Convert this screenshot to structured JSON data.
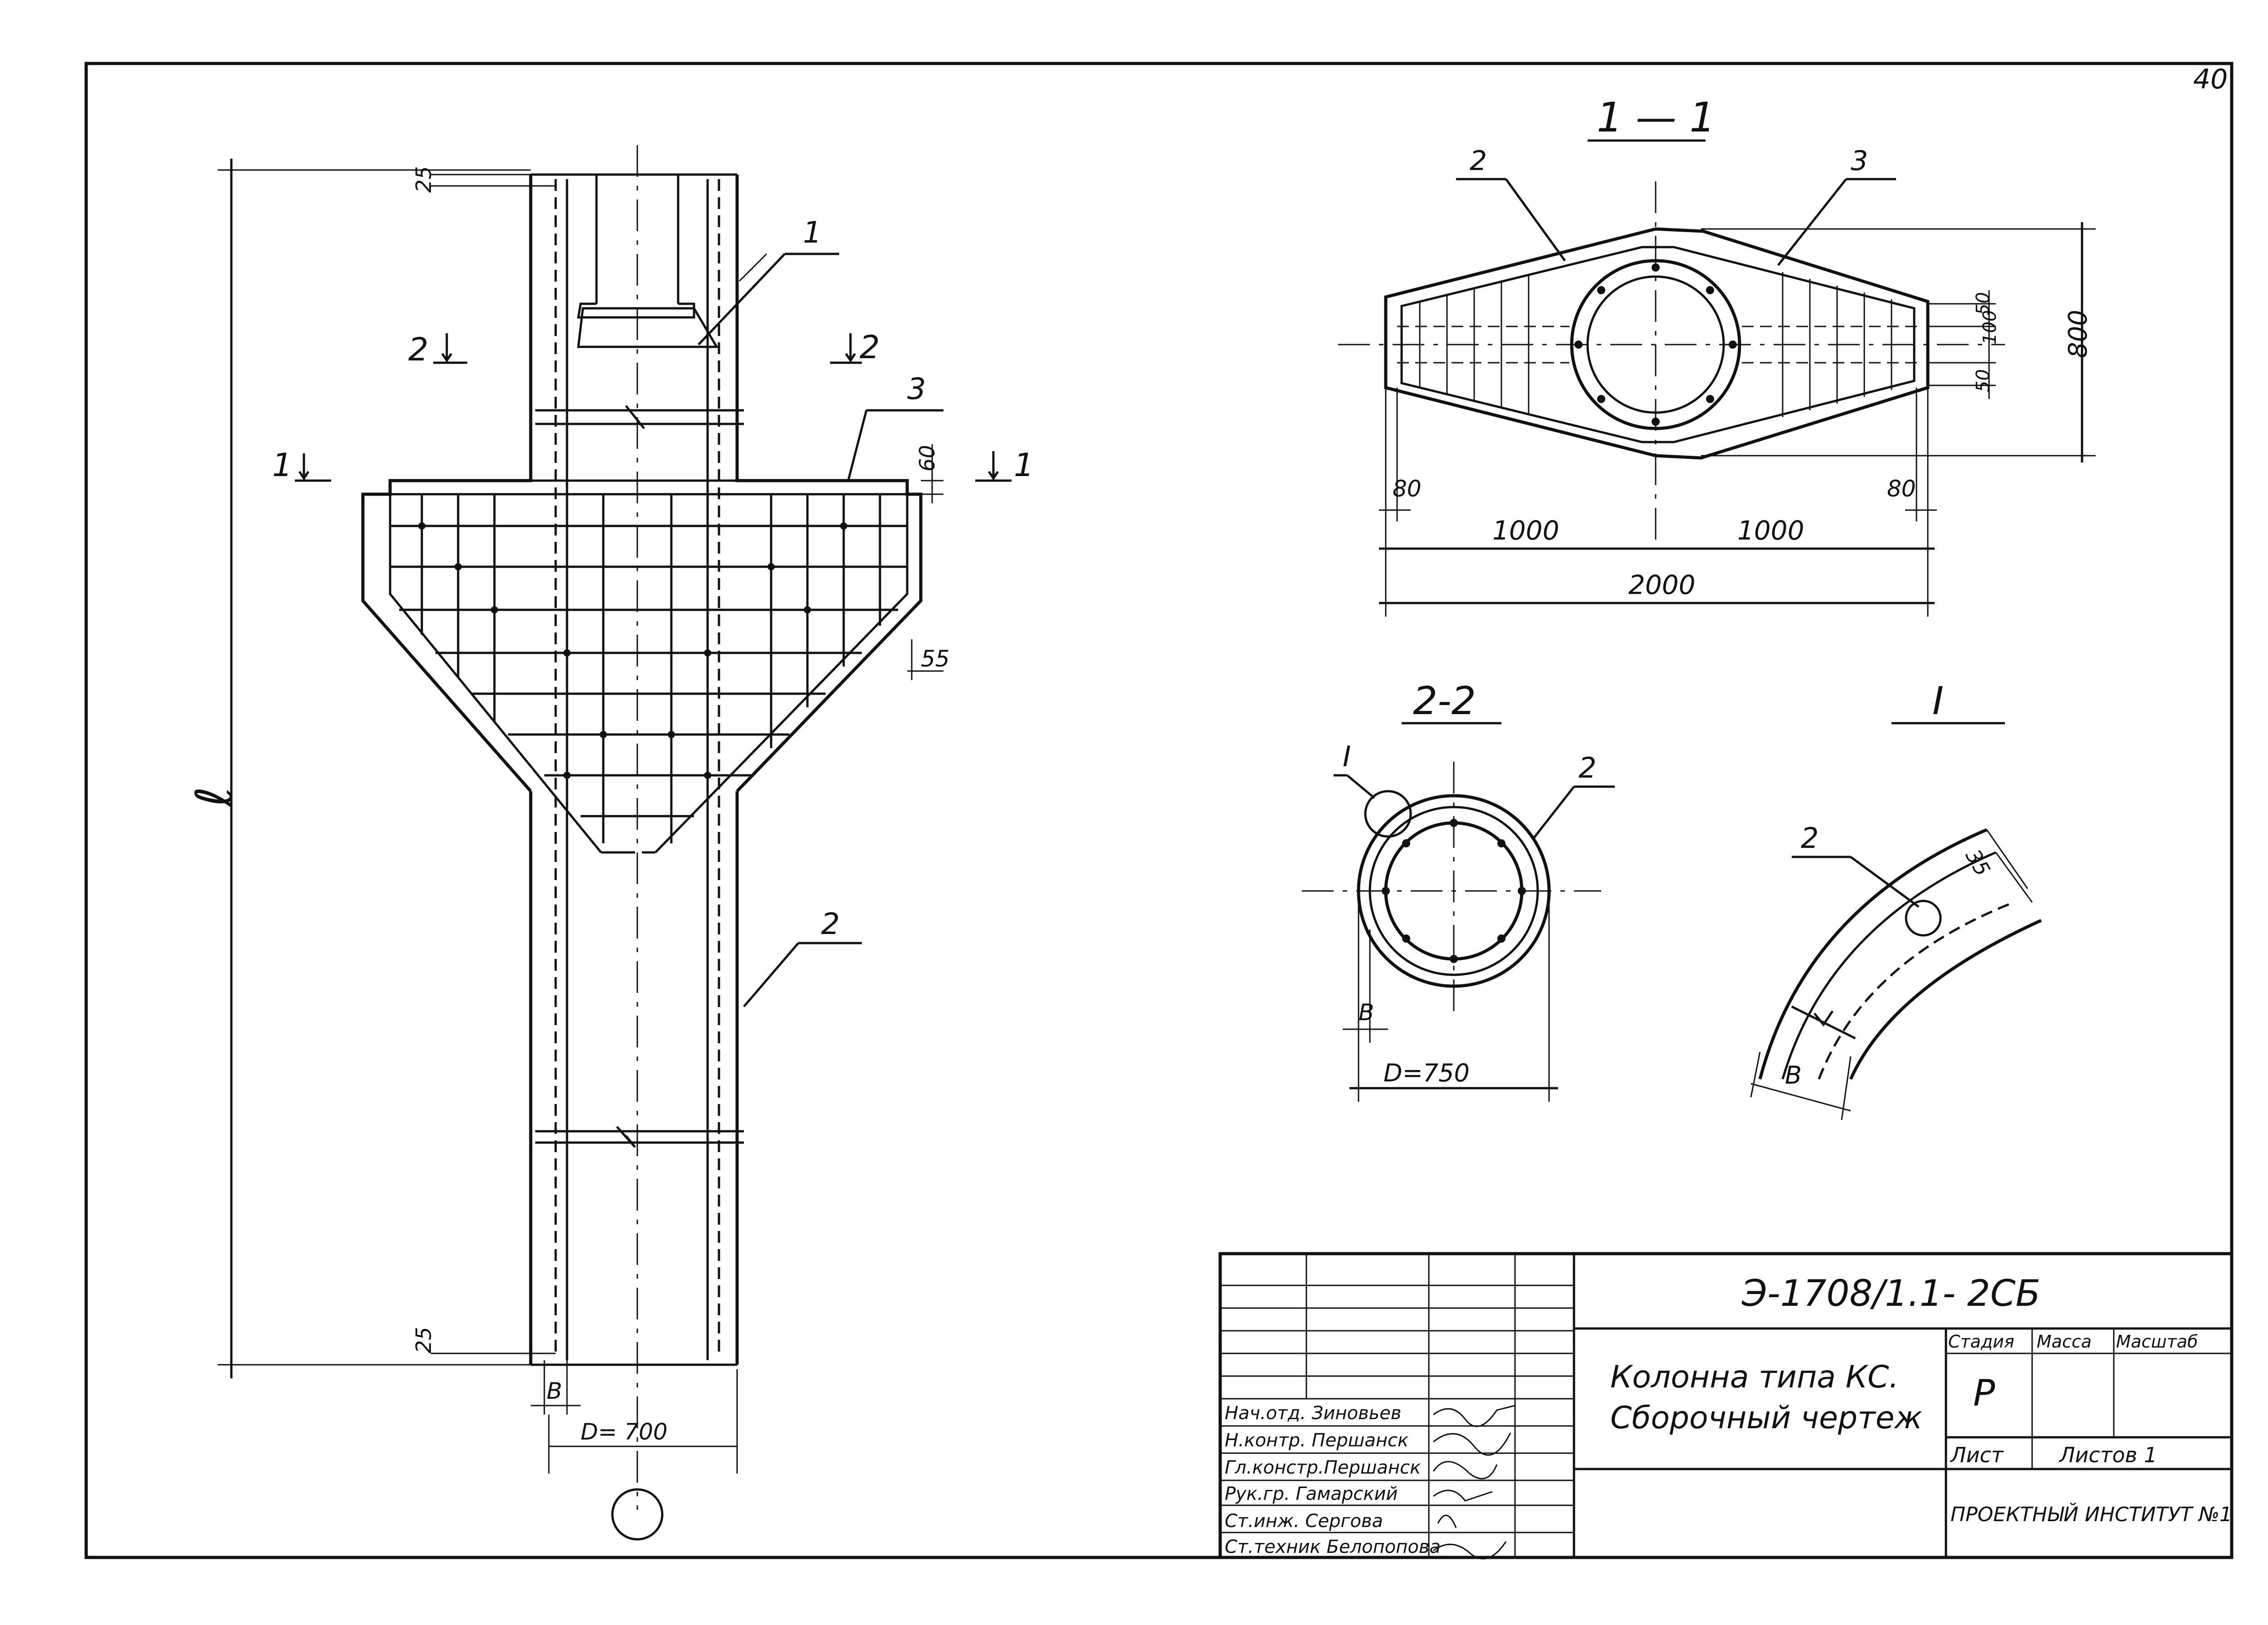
{
  "sheet": {
    "number": "40",
    "doc_code": "Э-1708/1.1- 2СБ",
    "title_line1": "Колонна типа КС.",
    "title_line2": "Сборочный чертеж",
    "stage_label": "Стадия",
    "mass_label": "Масса",
    "scale_label": "Масштаб",
    "stage_value": "Р",
    "sheet_label": "Лист",
    "sheets_label": "Листов 1",
    "org": "ПРОЕКТНЫЙ ИНСТИТУТ №1",
    "signers": [
      "Нач.отд. Зиновьев",
      "Н.контр. Першанск",
      "Гл.констр.Першанск",
      "Рук.гр. Гамарский",
      "Ст.инж. Сергова",
      "Ст.техник Белопопова"
    ]
  },
  "elevation": {
    "dim_top": "25",
    "dim_bottom": "25",
    "dim_height": "ℓ",
    "dim_60": "60",
    "dim_55": "55",
    "dim_b": "В",
    "dim_d": "D= 700",
    "callout_1": "1",
    "callout_2": "2",
    "callout_3": "3",
    "sect_1_left": "1",
    "sect_1_right": "1",
    "sect_2_left": "2",
    "sect_2_right": "2"
  },
  "section_1": {
    "title": "1 — 1",
    "callout_2": "2",
    "callout_3": "3",
    "dim_left": "1000",
    "dim_right": "1000",
    "dim_total": "2000",
    "dim_height": "800",
    "dim_50a": "50",
    "dim_100": "100",
    "dim_50b": "50",
    "dim_80_left": "80",
    "dim_80_right": "80"
  },
  "section_2": {
    "title": "2-2",
    "callout_I": "I",
    "callout_2": "2",
    "dim_b": "В",
    "dim_d": "D=750"
  },
  "detail_I": {
    "title": "I",
    "callout_2": "2",
    "dim_35": "35",
    "dim_b": "В"
  }
}
